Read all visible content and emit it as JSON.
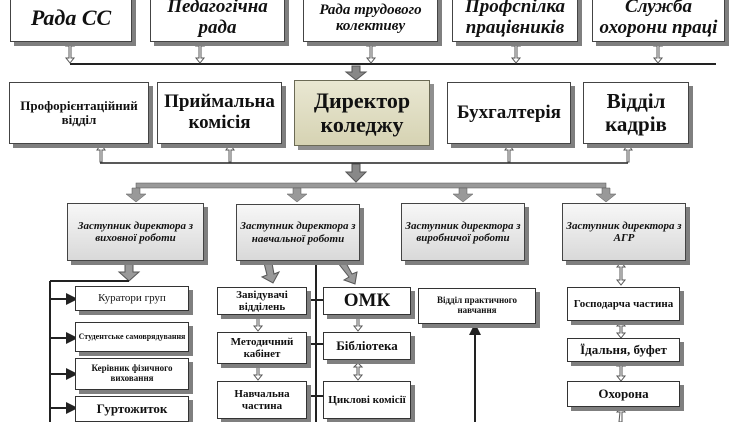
{
  "top_row": [
    "Рада СС",
    "Педагогічна рада",
    "Рада трудового колективу",
    "Профспілка працівників",
    "Служба охорони праці"
  ],
  "director": "Директор коледжу",
  "second_row": [
    "Профорієнтаційний відділ",
    "Приймальна комісія",
    "Бухгалтерія",
    "Відділ кадрів"
  ],
  "deputies": [
    "Заступник директора з виховної роботи",
    "Заступник директора з навчальної роботи",
    "Заступник директора з виробничої роботи",
    "Заступник директора з АГР"
  ],
  "educational_units": [
    "Куратори груп",
    "Студентське самоврядування",
    "Керівник фізичного виховання",
    "Гуртожиток"
  ],
  "academic_left": [
    "Завідувачі відділень",
    "Методичний кабінет",
    "Навчальна частина"
  ],
  "academic_right": [
    "ОМК",
    "Бібліотека",
    "Циклові комісії"
  ],
  "production_units": [
    "Відділ практичного навчання"
  ],
  "admin_units": [
    "Господарча частина",
    "Їдальня, буфет",
    "Охорона"
  ]
}
